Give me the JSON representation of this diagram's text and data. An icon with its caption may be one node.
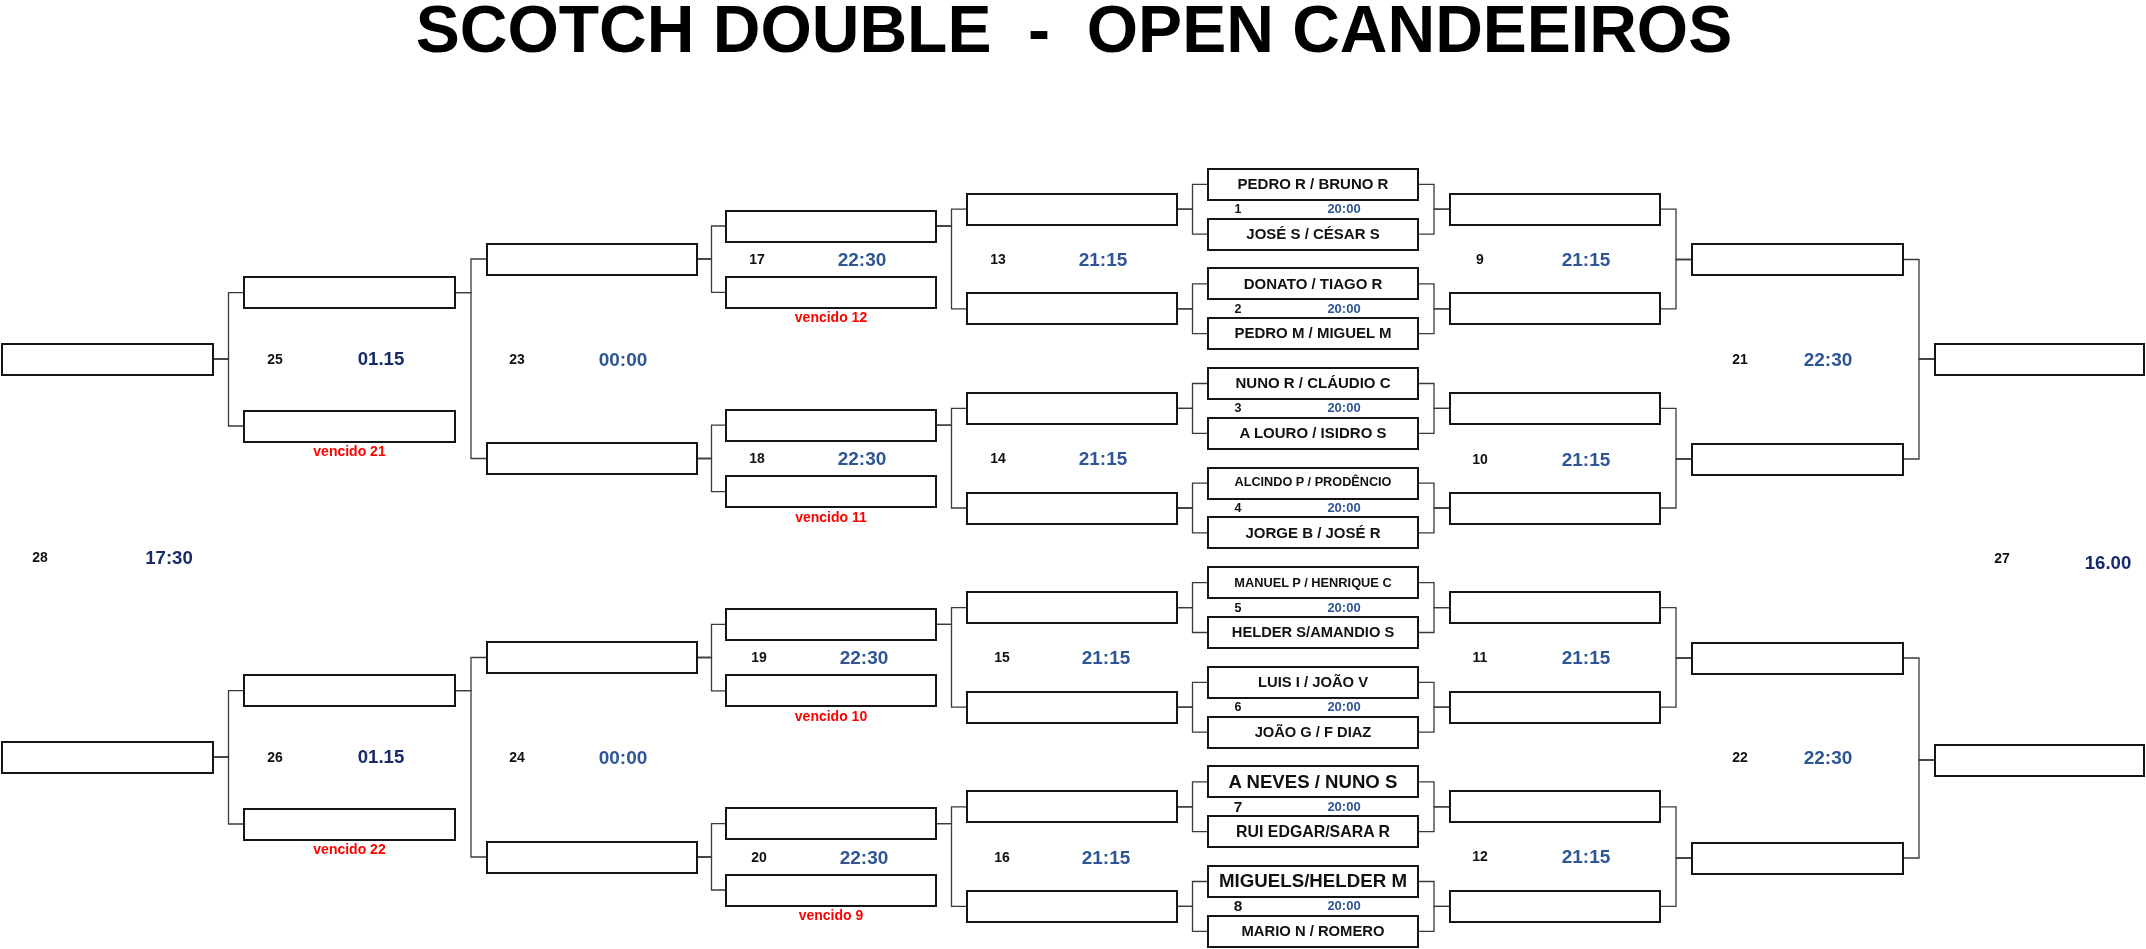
{
  "diagram": {
    "title": "SCOTCH DOUBLE  -  OPEN CANDEEIROS",
    "nodes": [
      {
        "text": [],
        "shape": "box"
      },
      {
        "text": [],
        "shape": "box"
      },
      {
        "text": [],
        "shape": "box"
      },
      {
        "text": [],
        "shape": "box",
        "beside": [
          "vencido 21"
        ]
      },
      {
        "text": [],
        "shape": "box"
      },
      {
        "text": [],
        "shape": "box",
        "beside": [
          "vencido 22"
        ]
      },
      {
        "text": [],
        "shape": "box"
      },
      {
        "text": [],
        "shape": "box"
      },
      {
        "text": [],
        "shape": "box"
      },
      {
        "text": [],
        "shape": "box"
      },
      {
        "text": [],
        "shape": "box"
      },
      {
        "text": [],
        "shape": "box",
        "beside": [
          "vencido 12"
        ]
      },
      {
        "text": [],
        "shape": "box"
      },
      {
        "text": [],
        "shape": "box",
        "beside": [
          "vencido 11"
        ]
      },
      {
        "text": [],
        "shape": "box"
      },
      {
        "text": [],
        "shape": "box",
        "beside": [
          "vencido 10"
        ]
      },
      {
        "text": [],
        "shape": "box"
      },
      {
        "text": [],
        "shape": "box",
        "beside": [
          "vencido 9"
        ]
      },
      {
        "text": [],
        "shape": "box"
      },
      {
        "text": [],
        "shape": "box"
      },
      {
        "text": [],
        "shape": "box"
      },
      {
        "text": [],
        "shape": "box"
      },
      {
        "text": [],
        "shape": "box"
      },
      {
        "text": [],
        "shape": "box"
      },
      {
        "text": [],
        "shape": "box"
      },
      {
        "text": [],
        "shape": "box"
      },
      {
        "text": [
          "PEDRO R / BRUNO R"
        ]
      },
      {
        "text": [
          "JOSÉ S / CÉSAR S"
        ]
      },
      {
        "text": [
          "DONATO / TIAGO R"
        ]
      },
      {
        "text": [
          "PEDRO M / MIGUEL M"
        ]
      },
      {
        "text": [
          "NUNO R / CLÁUDIO C"
        ]
      },
      {
        "text": [
          "A LOURO / ISIDRO S"
        ]
      },
      {
        "text": [
          "ALCINDO P / PRODÊNCIO"
        ]
      },
      {
        "text": [
          "JORGE B / JOSÉ R"
        ]
      },
      {
        "text": [
          "MANUEL P / HENRIQUE C"
        ]
      },
      {
        "text": [
          "HELDER S/AMANDIO S"
        ]
      },
      {
        "text": [
          "LUIS I / JOÃO V"
        ]
      },
      {
        "text": [
          "JOÃO G / F DIAZ"
        ]
      },
      {
        "text": [
          "A NEVES / NUNO S"
        ]
      },
      {
        "text": [
          "RUI EDGAR/SARA R"
        ]
      },
      {
        "text": [
          "MIGUELS/HELDER M"
        ]
      },
      {
        "text": [
          "MARIO N / ROMERO"
        ]
      },
      {
        "text": [],
        "shape": "box"
      },
      {
        "text": [],
        "shape": "box"
      },
      {
        "text": [],
        "shape": "box"
      },
      {
        "text": [],
        "shape": "box"
      },
      {
        "text": [],
        "shape": "box"
      },
      {
        "text": [],
        "shape": "box"
      },
      {
        "text": [],
        "shape": "box"
      },
      {
        "text": [],
        "shape": "box"
      },
      {
        "text": [],
        "shape": "box"
      },
      {
        "text": [],
        "shape": "box"
      },
      {
        "text": [],
        "shape": "box"
      },
      {
        "text": [],
        "shape": "box"
      },
      {
        "text": [],
        "shape": "box"
      },
      {
        "text": [],
        "shape": "box"
      }
    ],
    "edges": [
      {
        "from": 26,
        "to": 18,
        "arrow": "none"
      },
      {
        "from": 27,
        "to": 18,
        "arrow": "none"
      },
      {
        "from": 28,
        "to": 19,
        "arrow": "none"
      },
      {
        "from": 29,
        "to": 19,
        "arrow": "none"
      },
      {
        "from": 30,
        "to": 20,
        "arrow": "none"
      },
      {
        "from": 31,
        "to": 20,
        "arrow": "none"
      },
      {
        "from": 32,
        "to": 21,
        "arrow": "none"
      },
      {
        "from": 33,
        "to": 21,
        "arrow": "none"
      },
      {
        "from": 34,
        "to": 22,
        "arrow": "none"
      },
      {
        "from": 35,
        "to": 22,
        "arrow": "none"
      },
      {
        "from": 36,
        "to": 23,
        "arrow": "none"
      },
      {
        "from": 37,
        "to": 23,
        "arrow": "none"
      },
      {
        "from": 38,
        "to": 24,
        "arrow": "none"
      },
      {
        "from": 39,
        "to": 24,
        "arrow": "none"
      },
      {
        "from": 40,
        "to": 25,
        "arrow": "none"
      },
      {
        "from": 41,
        "to": 25,
        "arrow": "none"
      },
      {
        "from": 26,
        "to": 42,
        "arrow": "none"
      },
      {
        "from": 27,
        "to": 42,
        "arrow": "none"
      },
      {
        "from": 28,
        "to": 43,
        "arrow": "none"
      },
      {
        "from": 29,
        "to": 43,
        "arrow": "none"
      },
      {
        "from": 30,
        "to": 44,
        "arrow": "none"
      },
      {
        "from": 31,
        "to": 44,
        "arrow": "none"
      },
      {
        "from": 32,
        "to": 45,
        "arrow": "none"
      },
      {
        "from": 33,
        "to": 45,
        "arrow": "none"
      },
      {
        "from": 34,
        "to": 46,
        "arrow": "none"
      },
      {
        "from": 35,
        "to": 46,
        "arrow": "none"
      },
      {
        "from": 36,
        "to": 47,
        "arrow": "none"
      },
      {
        "from": 37,
        "to": 47,
        "arrow": "none"
      },
      {
        "from": 38,
        "to": 48,
        "arrow": "none"
      },
      {
        "from": 39,
        "to": 48,
        "arrow": "none"
      },
      {
        "from": 40,
        "to": 49,
        "arrow": "none"
      },
      {
        "from": 41,
        "to": 49,
        "arrow": "none"
      },
      {
        "from": 18,
        "to": 10,
        "arrow": "none"
      },
      {
        "from": 19,
        "to": 10,
        "arrow": "none"
      },
      {
        "from": 20,
        "to": 12,
        "arrow": "none"
      },
      {
        "from": 21,
        "to": 12,
        "arrow": "none"
      },
      {
        "from": 22,
        "to": 14,
        "arrow": "none"
      },
      {
        "from": 23,
        "to": 14,
        "arrow": "none"
      },
      {
        "from": 24,
        "to": 16,
        "arrow": "none"
      },
      {
        "from": 25,
        "to": 16,
        "arrow": "none"
      },
      {
        "from": 10,
        "to": 6,
        "arrow": "none"
      },
      {
        "from": 11,
        "to": 6,
        "arrow": "none"
      },
      {
        "from": 12,
        "to": 7,
        "arrow": "none"
      },
      {
        "from": 13,
        "to": 7,
        "arrow": "none"
      },
      {
        "from": 14,
        "to": 8,
        "arrow": "none"
      },
      {
        "from": 15,
        "to": 8,
        "arrow": "none"
      },
      {
        "from": 16,
        "to": 9,
        "arrow": "none"
      },
      {
        "from": 17,
        "to": 9,
        "arrow": "none"
      },
      {
        "from": 6,
        "to": 2,
        "arrow": "none"
      },
      {
        "from": 7,
        "to": 2,
        "arrow": "none"
      },
      {
        "from": 8,
        "to": 4,
        "arrow": "none"
      },
      {
        "from": 9,
        "to": 4,
        "arrow": "none"
      },
      {
        "from": 2,
        "to": 0,
        "arrow": "none"
      },
      {
        "from": 3,
        "to": 0,
        "arrow": "none"
      },
      {
        "from": 4,
        "to": 1,
        "arrow": "none"
      },
      {
        "from": 5,
        "to": 1,
        "arrow": "none"
      },
      {
        "from": 42,
        "to": 50,
        "arrow": "none"
      },
      {
        "from": 43,
        "to": 50,
        "arrow": "none"
      },
      {
        "from": 44,
        "to": 51,
        "arrow": "none"
      },
      {
        "from": 45,
        "to": 51,
        "arrow": "none"
      },
      {
        "from": 46,
        "to": 52,
        "arrow": "none"
      },
      {
        "from": 47,
        "to": 52,
        "arrow": "none"
      },
      {
        "from": 48,
        "to": 53,
        "arrow": "none"
      },
      {
        "from": 49,
        "to": 53,
        "arrow": "none"
      },
      {
        "from": 50,
        "to": 54,
        "arrow": "none"
      },
      {
        "from": 51,
        "to": 54,
        "arrow": "none"
      },
      {
        "from": 52,
        "to": 55,
        "arrow": "none"
      },
      {
        "from": 53,
        "to": 55,
        "arrow": "none"
      }
    ],
    "labels": [
      "1",
      "20:00",
      "17",
      "22:30",
      "13",
      "21:15",
      "9",
      "21:15",
      "2",
      "20:00",
      "25",
      "01.15",
      "23",
      "00:00",
      "21",
      "22:30",
      "3",
      "20:00",
      "18",
      "22:30",
      "14",
      "21:15",
      "10",
      "21:15",
      "4",
      "20:00",
      "28",
      "17:30",
      "27",
      "16.00",
      "5",
      "20:00",
      "19",
      "22:30",
      "15",
      "21:15",
      "11",
      "21:15",
      "6",
      "20:00",
      "26",
      "01.15",
      "24",
      "00:00",
      "22",
      "22:30",
      "7",
      "20:00",
      "20",
      "22:30",
      "16",
      "21:15",
      "12",
      "21:15",
      "8",
      "20:00"
    ]
  }
}
